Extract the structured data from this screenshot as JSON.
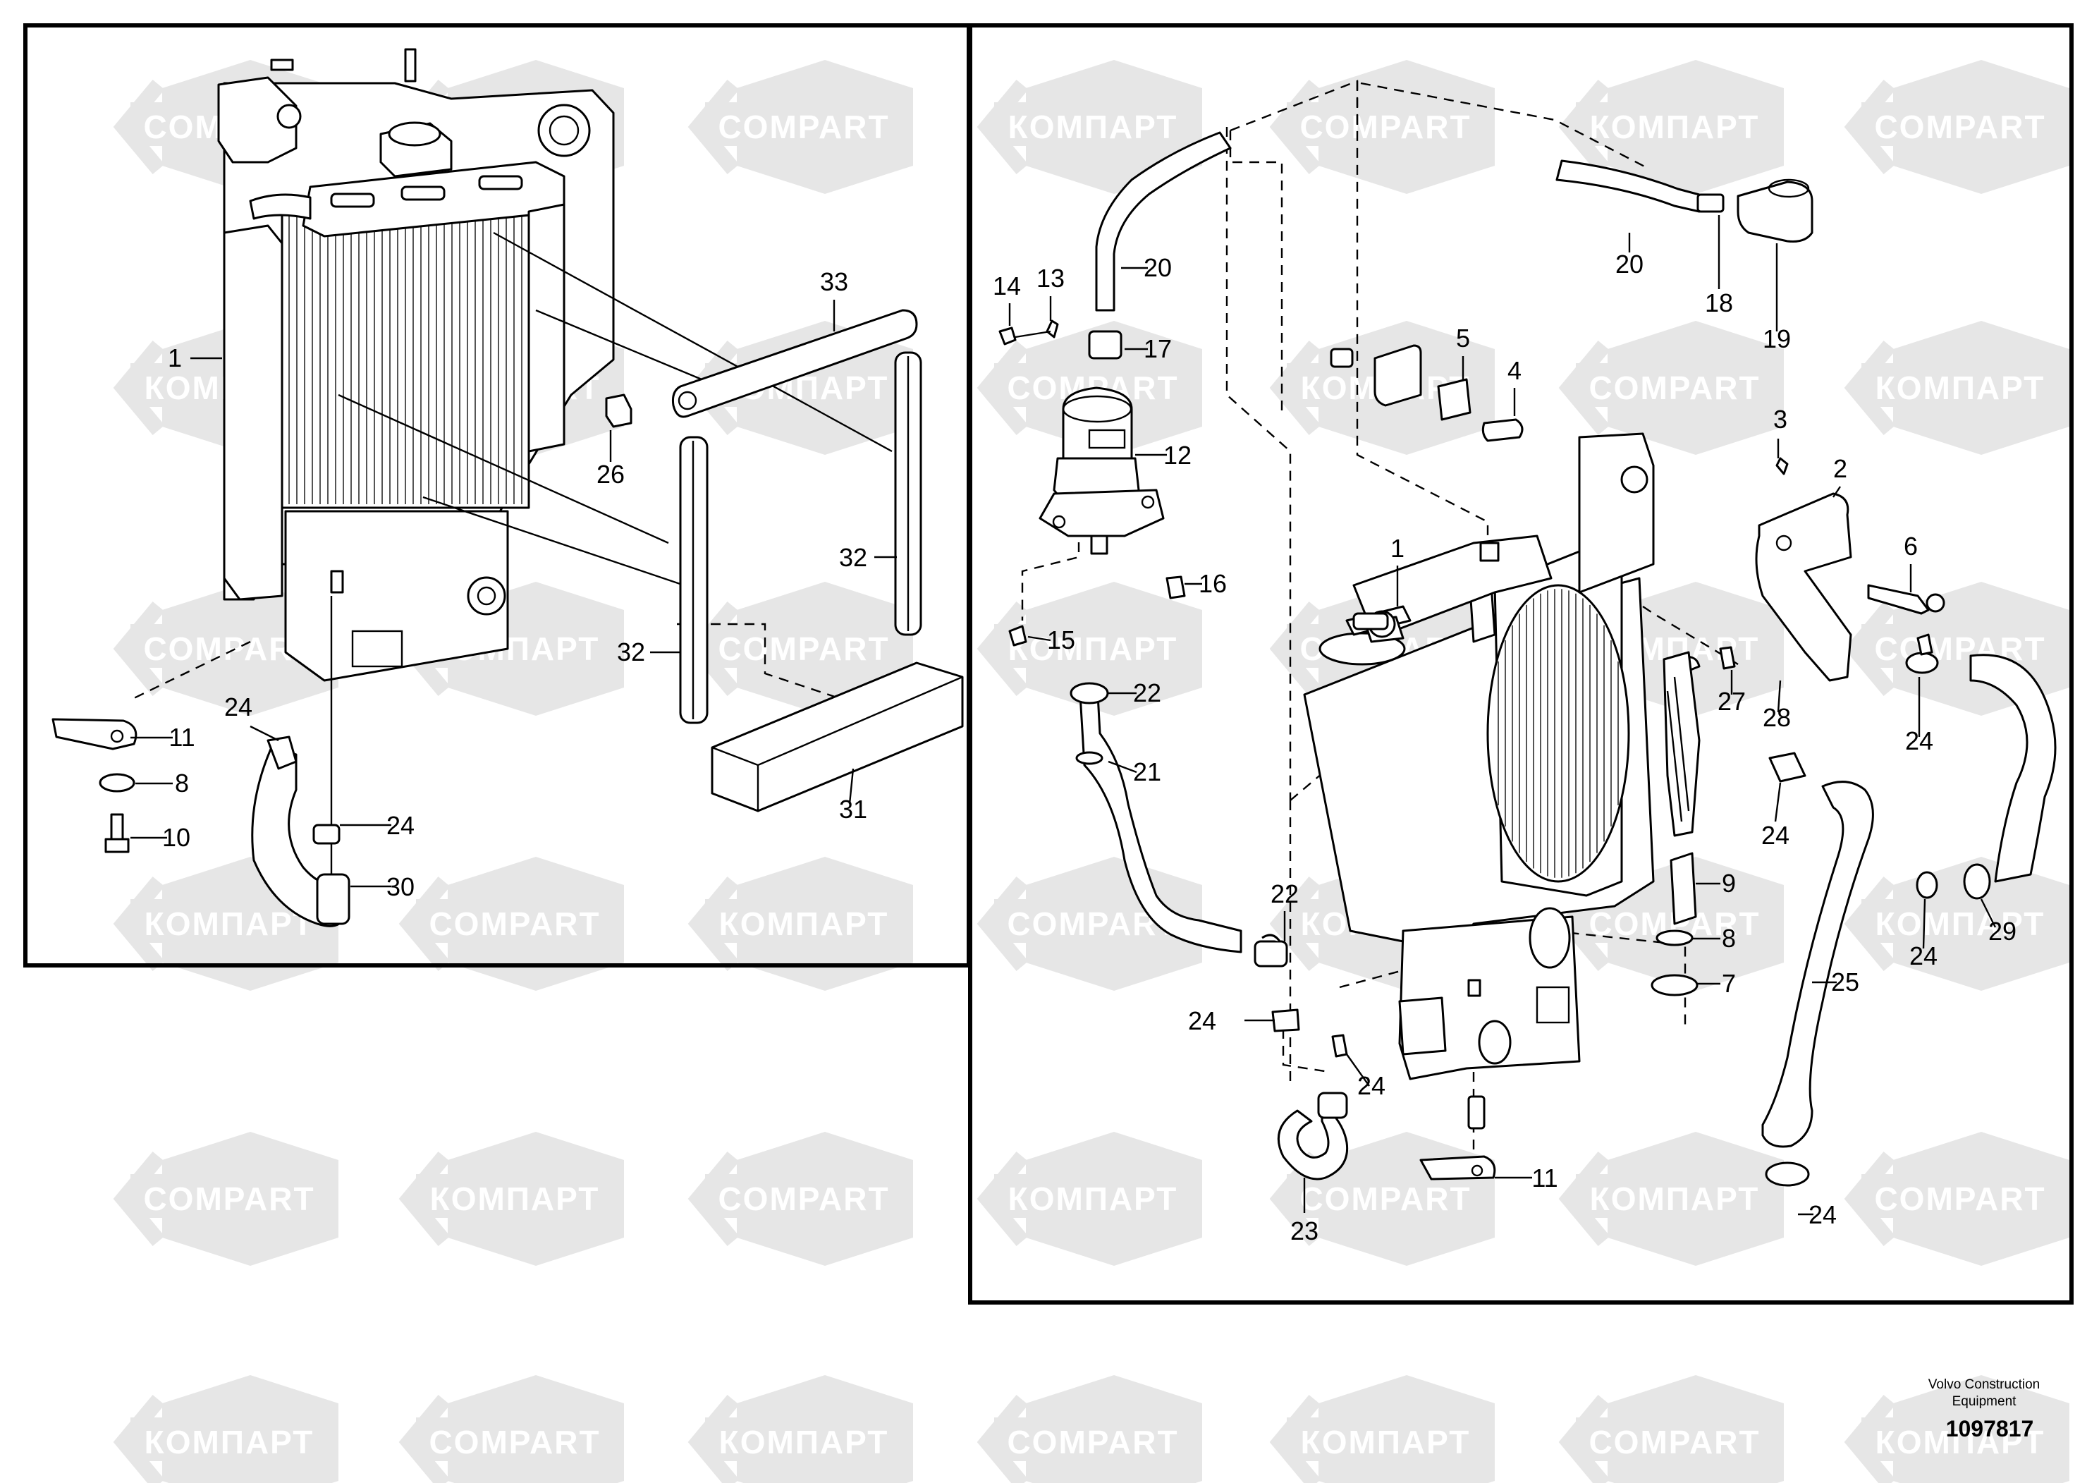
{
  "watermark": {
    "texts": [
      "COMPART",
      "КОМПАРТ"
    ],
    "color_shape": "#e6e6e6",
    "color_text": "#ffffff"
  },
  "panels": [
    {
      "id": "left",
      "content": "radiator assembly exploded view"
    },
    {
      "id": "right",
      "content": "radiator, fan shroud, expansion tank and hoses"
    }
  ],
  "callouts": {
    "left": [
      "1",
      "33",
      "26",
      "32",
      "32",
      "31",
      "24",
      "11",
      "8",
      "10",
      "24",
      "30"
    ],
    "right": [
      "14",
      "13",
      "20",
      "17",
      "12",
      "16",
      "15",
      "22",
      "21",
      "22",
      "24",
      "24",
      "23",
      "20",
      "18",
      "19",
      "5",
      "4",
      "3",
      "2",
      "6",
      "1",
      "27",
      "28",
      "24",
      "24",
      "9",
      "8",
      "7",
      "25",
      "24",
      "29",
      "11",
      "24"
    ]
  },
  "footer": {
    "manufacturer": "Volvo Construction Equipment",
    "drawing_number": "1097817"
  }
}
